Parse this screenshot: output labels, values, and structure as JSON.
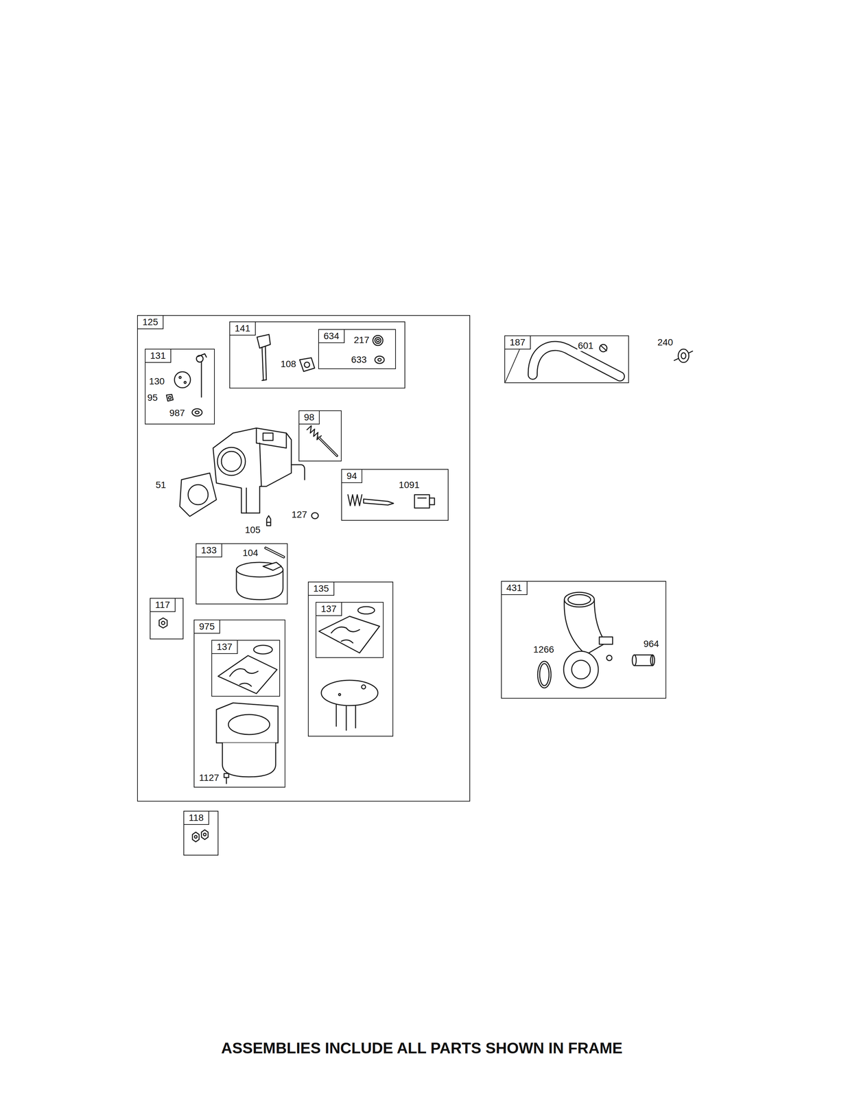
{
  "diagram": {
    "caption": "ASSEMBLIES INCLUDE ALL PARTS SHOWN IN FRAME",
    "nodes": [
      {
        "text": [
          "125",
          "51",
          "105",
          "127"
        ]
      },
      {
        "text": [
          "131",
          "130",
          "95",
          "987"
        ],
        "in": 0
      },
      {
        "text": [
          "141",
          "108"
        ],
        "in": 0
      },
      {
        "text": [
          "634",
          "217",
          "633"
        ],
        "in": 2
      },
      {
        "text": [
          "98"
        ],
        "in": 0
      },
      {
        "text": [
          "94",
          "1091"
        ],
        "in": 0
      },
      {
        "text": [
          "133",
          "104"
        ],
        "in": 0
      },
      {
        "text": [
          "117"
        ],
        "in": 0
      },
      {
        "text": [
          "975",
          "1127"
        ],
        "in": 0
      },
      {
        "text": [
          "137"
        ],
        "in": 8
      },
      {
        "text": [
          "135"
        ],
        "in": 0
      },
      {
        "text": [
          "137"
        ],
        "in": 10
      },
      {
        "text": [
          "118"
        ]
      },
      {
        "text": [
          "187",
          "601"
        ]
      },
      {
        "text": [
          "431",
          "1266",
          "964"
        ]
      }
    ],
    "labels": [
      "240"
    ]
  }
}
